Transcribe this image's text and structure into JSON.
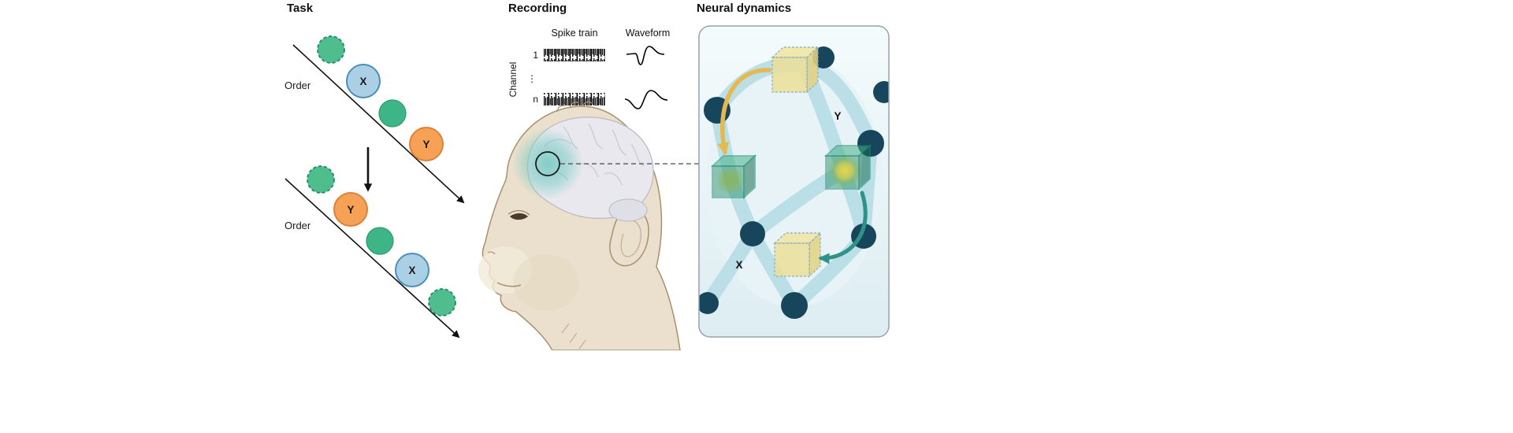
{
  "figure": {
    "panels": {
      "task": {
        "title": "Task",
        "sequences": [
          {
            "order_label": "Order",
            "circles": [
              {
                "style": "green-dashed",
                "label": ""
              },
              {
                "style": "blue",
                "label": "X"
              },
              {
                "style": "green-solid",
                "label": ""
              },
              {
                "style": "orange",
                "label": "Y"
              }
            ]
          },
          {
            "order_label": "Order",
            "circles": [
              {
                "style": "green-dashed",
                "label": ""
              },
              {
                "style": "orange",
                "label": "Y"
              },
              {
                "style": "green-solid",
                "label": ""
              },
              {
                "style": "blue",
                "label": "X"
              },
              {
                "style": "green-dashed",
                "label": ""
              }
            ]
          }
        ]
      },
      "recording": {
        "title": "Recording",
        "spike_train_label": "Spike train",
        "waveform_label": "Waveform",
        "channel_label": "Channel",
        "channel_first": "1",
        "channel_ellipsis": "⋮",
        "channel_last": "n"
      },
      "neural_dynamics": {
        "title": "Neural dynamics",
        "state_labels": {
          "y": "Y",
          "x": "X"
        }
      }
    },
    "colors": {
      "stimulus_green": "#4fbd8d",
      "stimulus_green_stroke": "#1e8a5f",
      "stimulus_blue": "#abd0e6",
      "stimulus_blue_stroke": "#4b8fb8",
      "stimulus_orange": "#f6a155",
      "stimulus_orange_stroke": "#d9833b",
      "spike_ink": "#000000",
      "monkey_skin": "#ebe0cd",
      "monkey_outline": "#a8906d",
      "brain_fill": "#e8e8ee",
      "brain_highlight": "#6fc9c1",
      "panel_background": "#eaf4f7",
      "network_edge": "#b7dde6",
      "network_node": "#16455c",
      "cube_yellow": "#ece09a",
      "cube_green": "#2e9470",
      "arrow_yellow": "#e5b94e",
      "arrow_teal": "#2f9188"
    }
  }
}
